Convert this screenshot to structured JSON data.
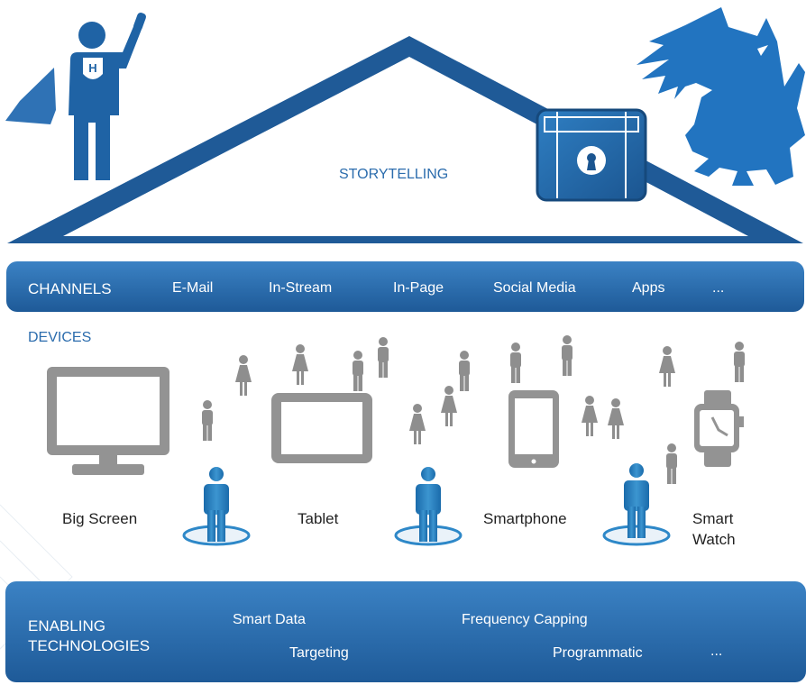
{
  "title": "STORYTELLING",
  "channels": {
    "label": "CHANNELS",
    "items": [
      "E-Mail",
      "In-Stream",
      "In-Page",
      "Social Media",
      "Apps",
      "..."
    ]
  },
  "devices": {
    "label": "DEVICES",
    "items": [
      "Big Screen",
      "Tablet",
      "Smartphone",
      "Smart",
      "Watch"
    ]
  },
  "enabling": {
    "label_line1": "ENABLING",
    "label_line2": "TECHNOLOGIES",
    "items": [
      "Smart Data",
      "Frequency Capping",
      "Targeting",
      "Programmatic",
      "..."
    ]
  },
  "hero": {
    "badge": "H"
  },
  "colors": {
    "accent_blue": "#2b6cad",
    "bar_blue": "#22609f",
    "person_gray": "#8c8c8c",
    "device_gray": "#939393"
  },
  "icons": [
    "hero-icon",
    "dragon-icon",
    "treasure-chest-icon",
    "keyhole-icon",
    "monitor-icon",
    "tablet-icon",
    "smartphone-icon",
    "smartwatch-icon",
    "person-icon"
  ]
}
